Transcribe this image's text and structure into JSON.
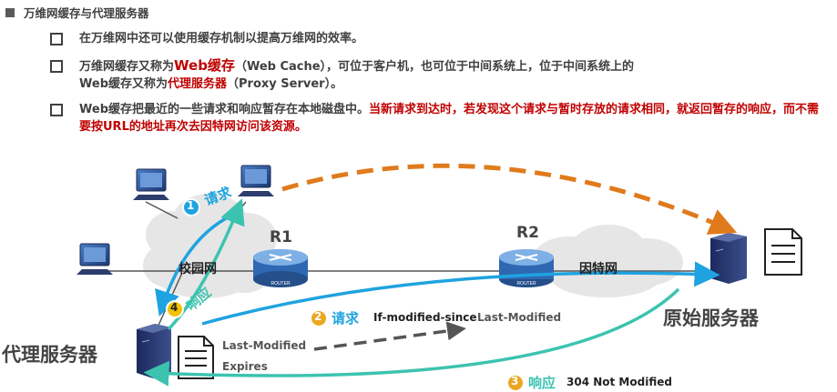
{
  "header": {
    "title": "万维网缓存与代理服务器"
  },
  "bullets": [
    {
      "text": "在万维网中还可以使用缓存机制以提高万维网的效率。"
    },
    {
      "text_a": "万维网缓存又称为",
      "red_a": "Web缓存",
      "text_b": "（Web Cache），可位于客户机，也可位于中间系统上，位于中间系统上的",
      "text_c": "Web缓存又称为",
      "red_b": "代理服务器",
      "text_d": "（Proxy Server）。"
    },
    {
      "text_a": "Web缓存把最近的一些请求和响应暂存在本地磁盘中。",
      "red_a": "当新请求到达时，若发现这个请求与暂时存放的请求相同，就返回暂存的响应，而不需要按URL的地址再次去因特网访问该资源。"
    }
  ],
  "diagram": {
    "campus_label": "校园网",
    "internet_label": "因特网",
    "router1_label": "R1",
    "router2_label": "R2",
    "router_text": "ROUTER",
    "proxy_label": "代理服务器",
    "origin_label": "原始服务器",
    "step1": {
      "num": "1",
      "label": "请求"
    },
    "step2": {
      "num": "2",
      "label": "请求",
      "header": "If-modified-since",
      "value": "Last-Modified"
    },
    "step3": {
      "num": "3",
      "label": "响应",
      "status": "304 Not Modified"
    },
    "step4": {
      "num": "4",
      "label": "响应"
    },
    "doc_lines": [
      "Last-Modified",
      "Expires"
    ],
    "colors": {
      "blue": "#1fa3e0",
      "teal": "#3cc3b0",
      "orange": "#e07b1c",
      "red": "#c00000",
      "cloud": "#e6e6e6"
    }
  }
}
